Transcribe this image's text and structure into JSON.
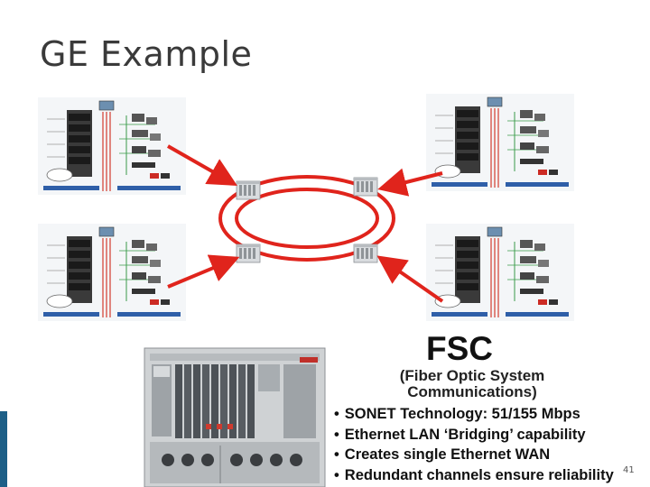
{
  "slide": {
    "title": "GE Example",
    "page_number": "41"
  },
  "fsc": {
    "title": "FSC",
    "subtitle": "(Fiber Optic System Communications)",
    "bullets": [
      "SONET Technology: 51/155 Mbps",
      "Ethernet LAN ‘Bridging’ capability",
      "Creates  single Ethernet WAN",
      "Redundant channels ensure reliability"
    ]
  },
  "diagram": {
    "ring_color": "#e0241c",
    "arrow_color": "#e0241c",
    "node_count": 4,
    "station_count": 4,
    "rack_chassis_color": "#cfd2d4"
  }
}
